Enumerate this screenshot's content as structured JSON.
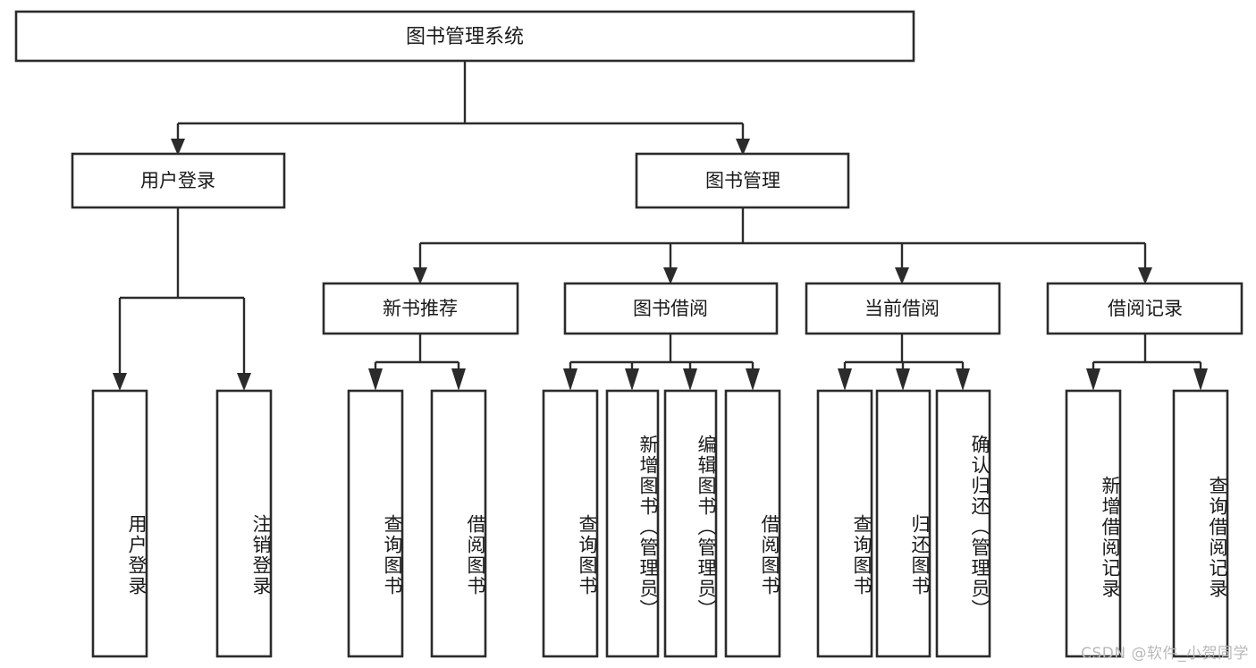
{
  "diagram": {
    "title": "图书管理系统",
    "type": "tree-hierarchy-chart",
    "root": {
      "id": "root",
      "label": "图书管理系统"
    },
    "level2": [
      {
        "id": "user-login",
        "label": "用户登录"
      },
      {
        "id": "book-manage",
        "label": "图书管理"
      }
    ],
    "level3": [
      {
        "id": "new-book-recommend",
        "label": "新书推荐",
        "parent": "book-manage"
      },
      {
        "id": "book-borrow",
        "label": "图书借阅",
        "parent": "book-manage"
      },
      {
        "id": "current-borrow",
        "label": "当前借阅",
        "parent": "book-manage"
      },
      {
        "id": "borrow-record",
        "label": "借阅记录",
        "parent": "book-manage"
      }
    ],
    "leaves": [
      {
        "id": "leaf-user-login",
        "label": "用户登录",
        "parent": "user-login"
      },
      {
        "id": "leaf-logout-login",
        "label": "注销登录",
        "parent": "user-login"
      },
      {
        "id": "leaf-query-book-1",
        "label": "查询图书",
        "parent": "new-book-recommend"
      },
      {
        "id": "leaf-borrow-book-1",
        "label": "借阅图书",
        "parent": "new-book-recommend"
      },
      {
        "id": "leaf-query-book-2",
        "label": "查询图书",
        "parent": "book-borrow"
      },
      {
        "id": "leaf-add-book-admin",
        "label": "新增图书（管理员）",
        "parent": "book-borrow"
      },
      {
        "id": "leaf-edit-book-admin",
        "label": "编辑图书（管理员）",
        "parent": "book-borrow"
      },
      {
        "id": "leaf-borrow-book-2",
        "label": "借阅图书",
        "parent": "book-borrow"
      },
      {
        "id": "leaf-query-book-3",
        "label": "查询图书",
        "parent": "current-borrow"
      },
      {
        "id": "leaf-return-book",
        "label": "归还图书",
        "parent": "current-borrow"
      },
      {
        "id": "leaf-confirm-return-admin",
        "label": "确认归还（管理员）",
        "parent": "current-borrow"
      },
      {
        "id": "leaf-add-borrow-record",
        "label": "新增借阅记录",
        "parent": "borrow-record"
      },
      {
        "id": "leaf-query-borrow-record",
        "label": "查询借阅记录",
        "parent": "borrow-record"
      }
    ],
    "colors": {
      "box_stroke": "#2b2b2b",
      "box_fill": "#ffffff",
      "connector": "#2b2b2b",
      "text": "#1a1a1a",
      "background": "#ffffff",
      "watermark": "#b9b9b9"
    }
  },
  "watermark": {
    "text": "CSDN @软件_小贺同学"
  }
}
